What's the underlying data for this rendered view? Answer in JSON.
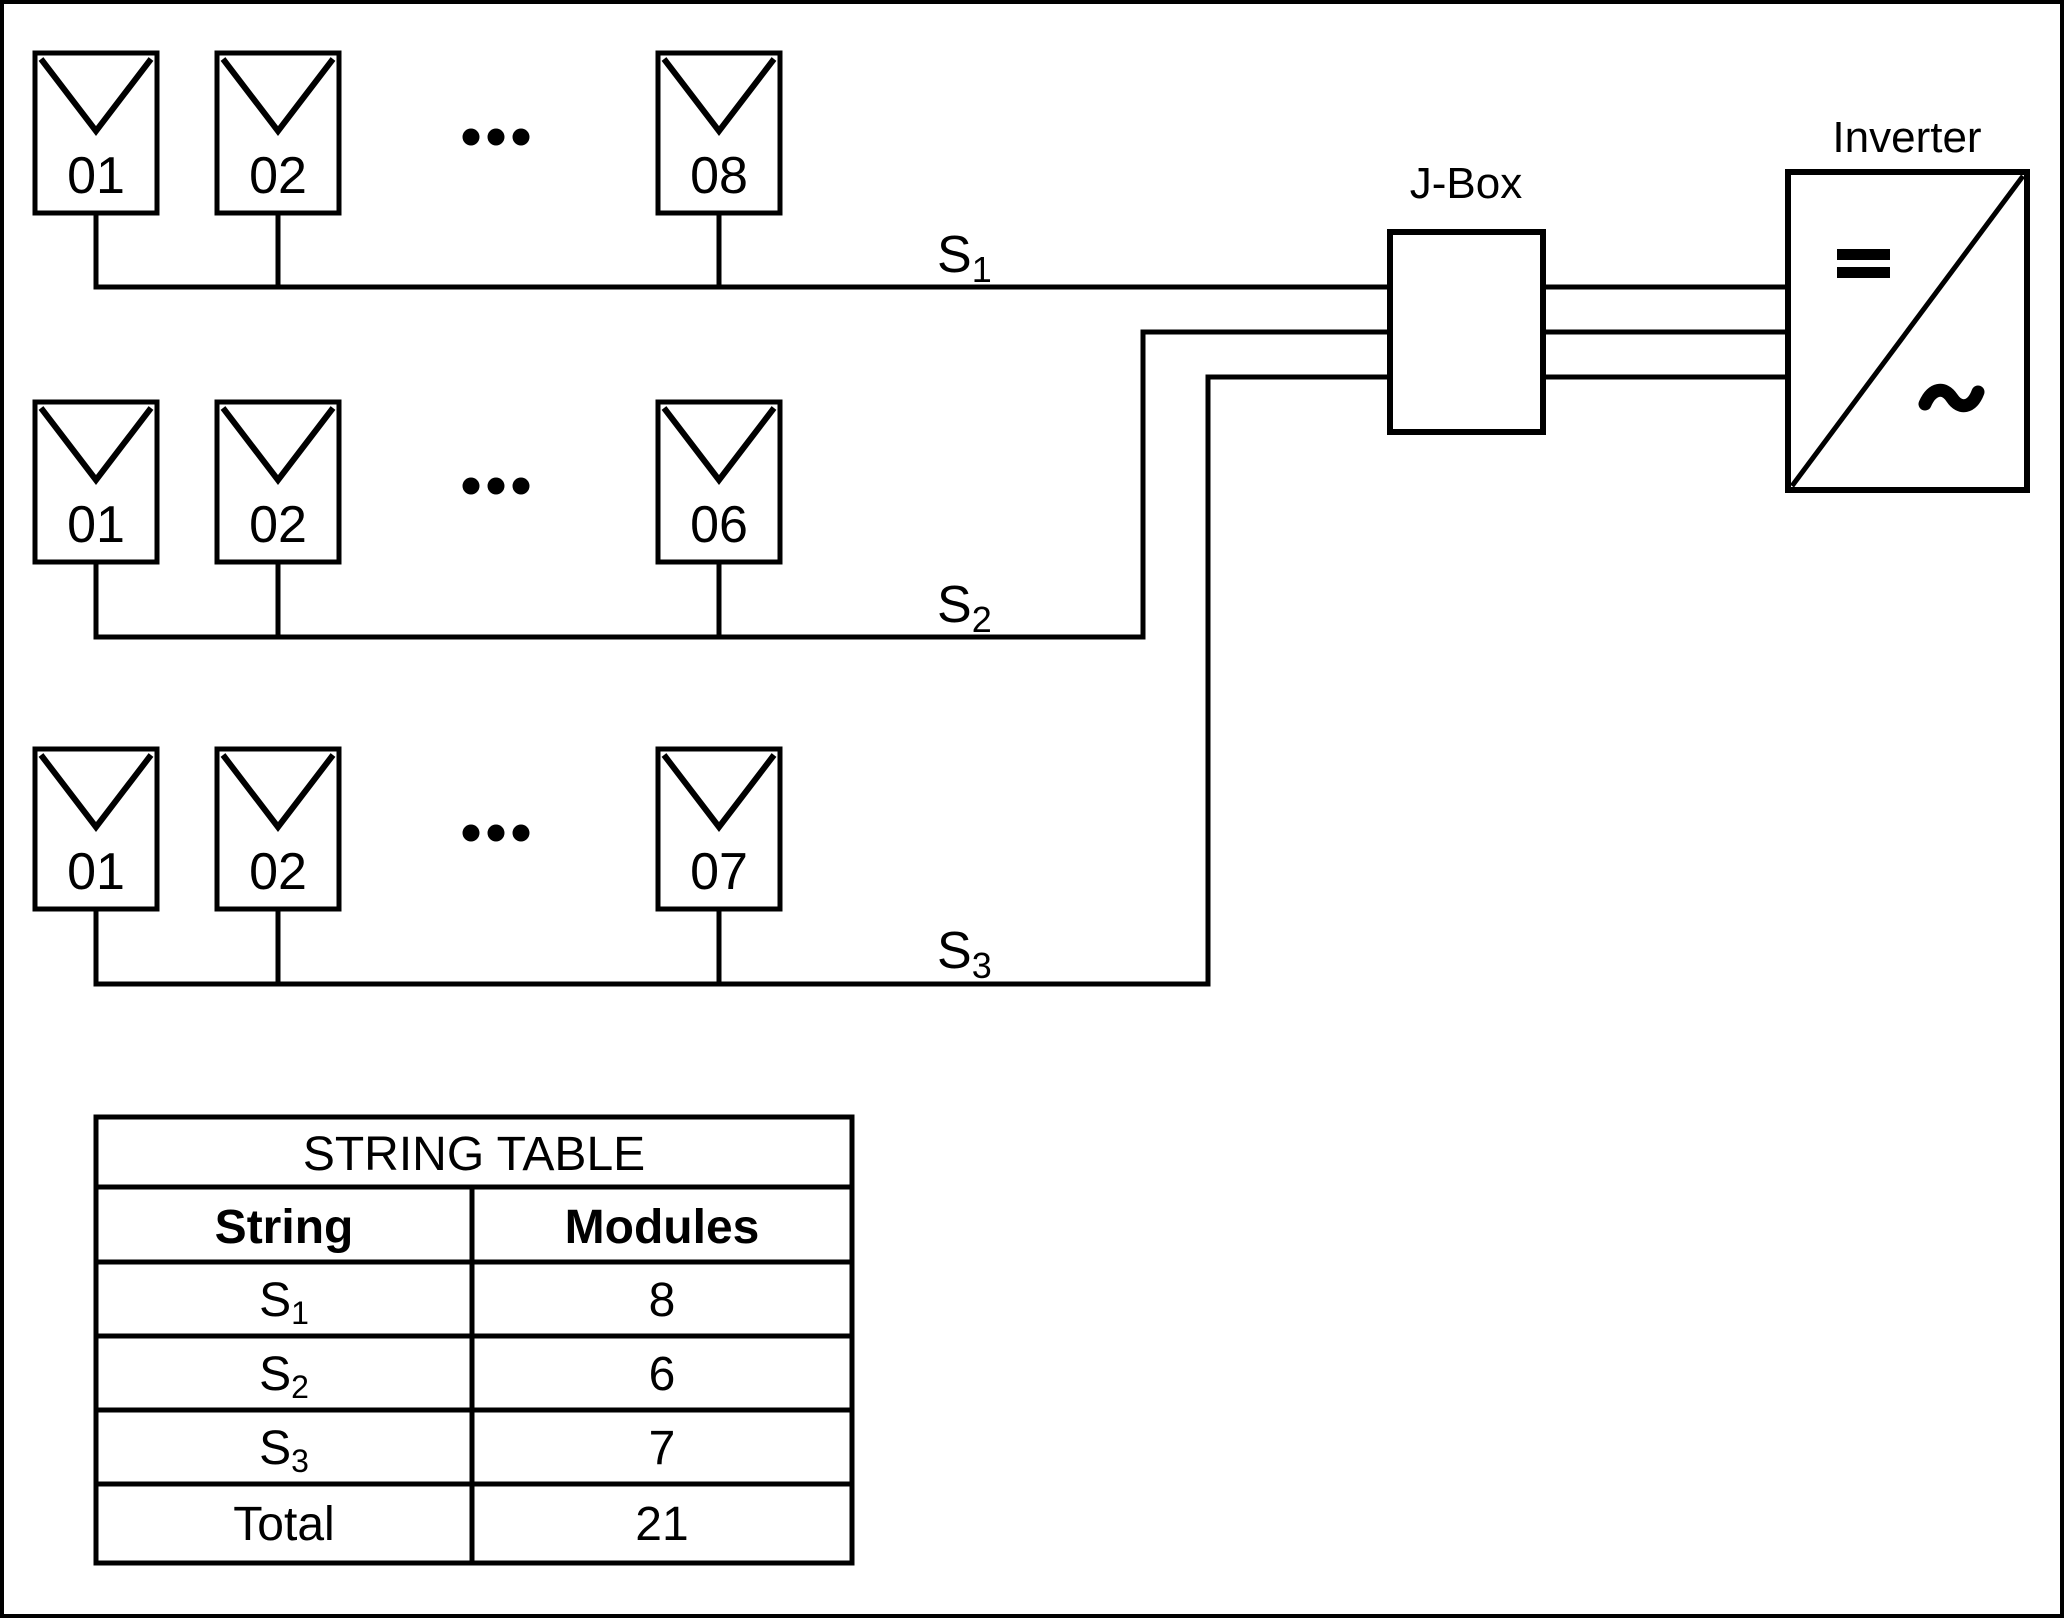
{
  "strings": [
    {
      "name": "S",
      "sub": "1",
      "module_labels": [
        "01",
        "02",
        "08"
      ]
    },
    {
      "name": "S",
      "sub": "2",
      "module_labels": [
        "01",
        "02",
        "06"
      ]
    },
    {
      "name": "S",
      "sub": "3",
      "module_labels": [
        "01",
        "02",
        "07"
      ]
    }
  ],
  "jbox": {
    "label": "J-Box"
  },
  "inverter": {
    "label": "Inverter",
    "dc_symbol": "=",
    "ac_symbol": "~"
  },
  "table": {
    "title": "STRING TABLE",
    "col_string": "String",
    "col_modules": "Modules",
    "rows": [
      {
        "name": "S",
        "sub": "1",
        "modules": "8"
      },
      {
        "name": "S",
        "sub": "2",
        "modules": "6"
      },
      {
        "name": "S",
        "sub": "3",
        "modules": "7"
      },
      {
        "name": "Total",
        "sub": "",
        "modules": "21"
      }
    ]
  },
  "colors": {
    "line": "#000000",
    "background": "#ffffff"
  }
}
